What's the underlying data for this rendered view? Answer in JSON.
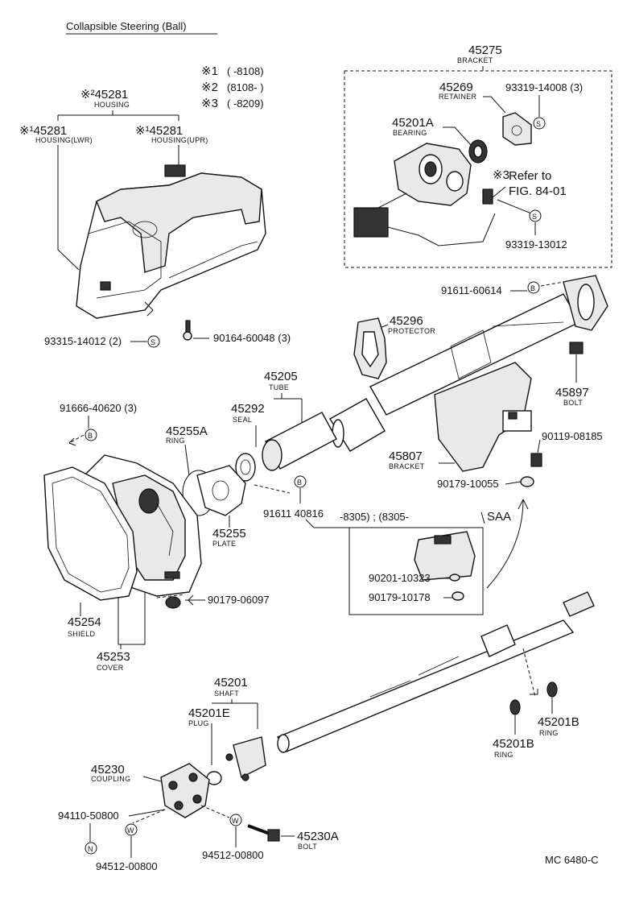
{
  "title": "Collapsible Steering (Ball)",
  "figure_code": "MC 6480-C",
  "legend": {
    "l1_mark": "※1",
    "l1_text": "(      -8108)",
    "l2_mark": "※2",
    "l2_text": "(8108-      )",
    "l3_mark": "※3",
    "l3_text": "(      -8209)"
  },
  "labels": {
    "h45281": "※²45281",
    "h45281_sub": "HOUSING",
    "hlwr": "※¹45281",
    "hlwr_sub": "HOUSING(LWR)",
    "hupr": "※¹45281",
    "hupr_sub": "HOUSING(UPR)",
    "p93315": "93315-14012 (2)",
    "p90164": "90164-60048 (3)",
    "b45275": "45275",
    "b45275_sub": "BRACKET",
    "p45269": "45269",
    "p45269_sub": "RETAINER",
    "p93319a": "93319-14008 (3)",
    "p45201a": "45201A",
    "p45201a_sub": "BEARING",
    "ref_mark": "※3",
    "ref1": "Refer to",
    "ref2": "FIG. 84-01",
    "p93319b": "93319-13012",
    "p91611a": "91611-60614",
    "p45296": "45296",
    "p45296_sub": "PROTECTOR",
    "p45205": "45205",
    "p45205_sub": "TUBE",
    "p45292": "45292",
    "p45292_sub": "SEAL",
    "p45897": "45897",
    "p45897_sub": "BOLT",
    "p91666": "91666-40620 (3)",
    "p45255a": "45255A",
    "p45255a_sub": "RING",
    "p90119": "90119-08185",
    "p45807": "45807",
    "p45807_sub": "BRACKET",
    "p90179a": "90179-10055",
    "p91611b": "91611 40816",
    "range1": "-8305) ; (8305-",
    "saa": "SAA",
    "p45255": "45255",
    "p45255_sub": "PLATE",
    "p90201": "90201-10323",
    "p90179b": "90179-10178",
    "p90179c": "90179-06097",
    "p45254": "45254",
    "p45254_sub": "SHIELD",
    "p45253": "45253",
    "p45253_sub": "COVER",
    "p45201": "45201",
    "p45201_sub": "SHAFT",
    "p45201e": "45201E",
    "p45201e_sub": "PLUG",
    "p45230": "45230",
    "p45230_sub": "COUPLING",
    "p45201b1": "45201B",
    "p45201b1_sub": "RING",
    "p45201b2": "45201B",
    "p45201b2_sub": "RING",
    "p94110": "94110-50800",
    "p94512a": "94512-00800",
    "p94512b": "94512-00800",
    "p45230a": "45230A",
    "p45230a_sub": "BOLT"
  },
  "symbols": {
    "s": "S",
    "b": "B",
    "w": "W",
    "n": "N"
  }
}
